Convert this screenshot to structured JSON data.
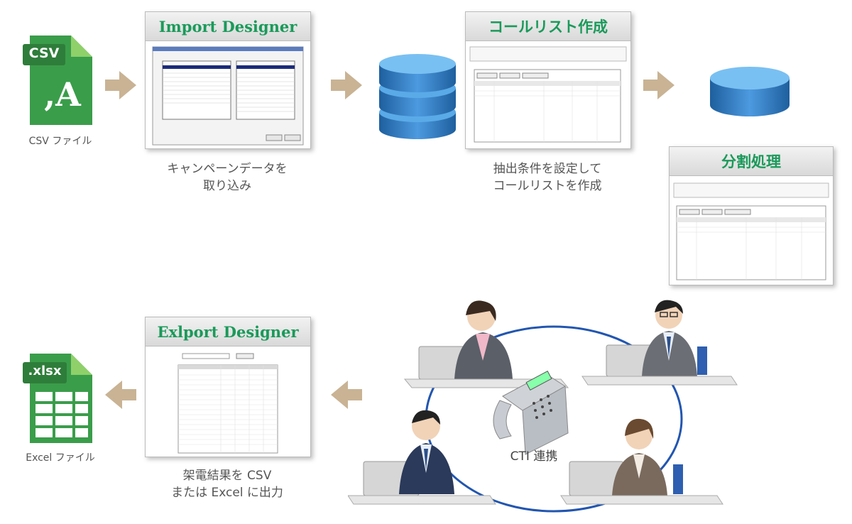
{
  "csv": {
    "tag": "CSV",
    "glyph": ",A",
    "caption": "CSV ファイル",
    "green": "#3a9d4a",
    "light_green": "#8fd06a"
  },
  "import": {
    "title": "Import Designer",
    "caption": "キャンペーンデータを\n取り込み"
  },
  "calllist": {
    "title": "コールリスト作成",
    "caption": "抽出条件を設定して\nコールリストを作成"
  },
  "split": {
    "title": "分割処理"
  },
  "export": {
    "title": "Exlport Designer",
    "caption": "架電結果を CSV\nまたは Excel に出力"
  },
  "excel": {
    "tag": ".xlsx",
    "caption": "Excel ファイル"
  },
  "cti": {
    "label": "CTI 連携"
  },
  "colors": {
    "arrow": "#c9b394",
    "title_green": "#1a9a5a",
    "db_blue": "#2f7ec4",
    "ring": "#2256b0"
  }
}
